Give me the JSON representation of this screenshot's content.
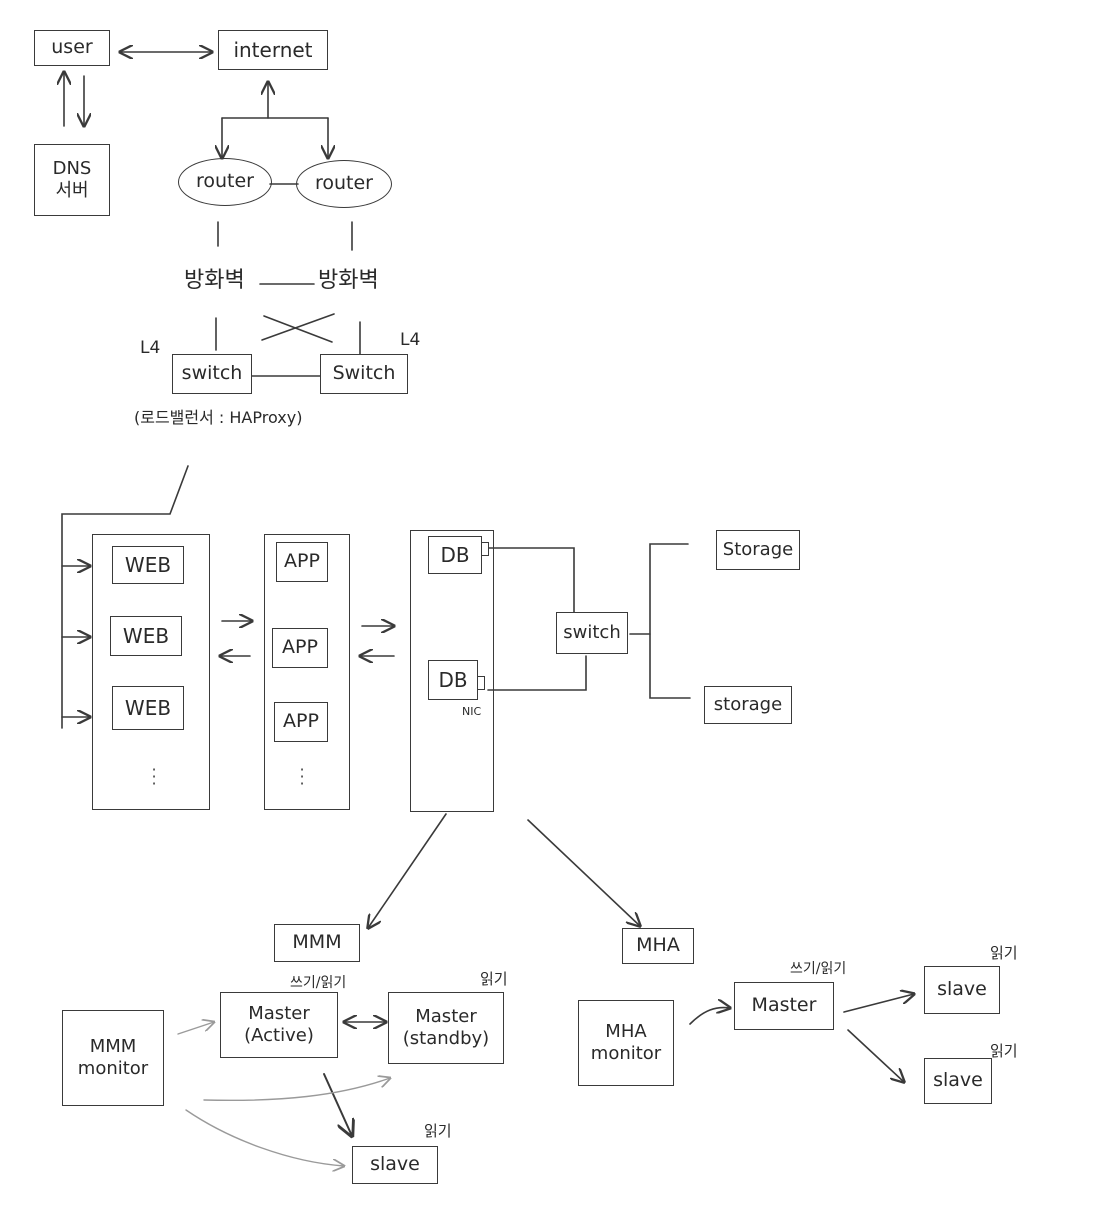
{
  "top": {
    "user": "user",
    "internet": "internet",
    "dns": [
      "DNS",
      "서버"
    ],
    "router_left": "router",
    "router_right": "router",
    "firewall_left": "방화벽",
    "firewall_right": "방화벽",
    "switch_left": "switch",
    "switch_right": "Switch",
    "l4_left": "L4",
    "l4_right": "L4",
    "lb_note": "(로드밸런서 : HAProxy)"
  },
  "middle": {
    "web_nodes": [
      "WEB",
      "WEB",
      "WEB"
    ],
    "app_nodes": [
      "APP",
      "APP",
      "APP"
    ],
    "db_nodes": [
      "DB",
      "DB"
    ],
    "nic_label": "NIC",
    "db_switch": "switch",
    "storages": [
      "Storage",
      "storage"
    ]
  },
  "mmm": {
    "title": "MMM",
    "monitor": [
      "MMM",
      "monitor"
    ],
    "master_active": [
      "Master",
      "(Active)"
    ],
    "master_standby": [
      "Master",
      "(standby)"
    ],
    "slave": "slave",
    "active_note": "쓰기/읽기",
    "standby_note": "읽기",
    "slave_note": "읽기"
  },
  "mha": {
    "title": "MHA",
    "monitor": [
      "MHA",
      "monitor"
    ],
    "master": "Master",
    "master_note": "쓰기/읽기",
    "slaves": [
      "slave",
      "slave"
    ],
    "slave_notes": [
      "읽기",
      "읽기"
    ]
  }
}
